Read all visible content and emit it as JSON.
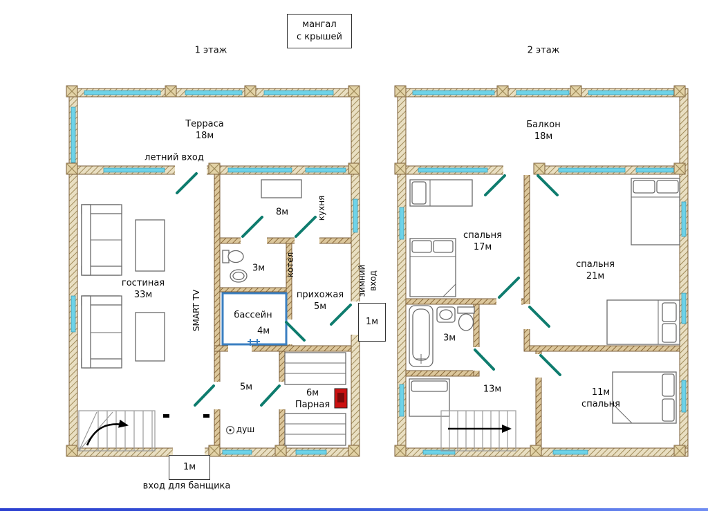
{
  "colors": {
    "wall_fill": "#e9dfc2",
    "wall_hatch": "#9f8a58",
    "wall_outline": "#7a5c38",
    "wall_in_fill": "#dcc79c",
    "wall_in_hatch": "#8a6a3a",
    "window": "#6ed3e8",
    "door": "#0e7c6e",
    "pool_border": "#3a7fc1",
    "stove_red": "#cc1111",
    "furniture": "#6a6a6a",
    "arrow": "#000000",
    "bottom_bar": "#3a5bd9"
  },
  "header": {
    "bbq_box": "мангал\nс крышей",
    "floor1_title": "1 этаж",
    "floor2_title": "2 этаж"
  },
  "floor1": {
    "terrace": "Терраса\n18м",
    "summer_entrance": "летний вход",
    "kitchen_area": "8м",
    "kitchen_v": "кухня",
    "living_room": "гостиная\n33м",
    "bathroom": "3м",
    "boiler_v": "котел",
    "smart_tv_v": "SMART TV",
    "pool": "бассейн",
    "pool_area": "4м",
    "hallway": "прихожая\n5м",
    "winter_entrance_v": "зимний\nвход",
    "winter_porch": "1м",
    "room_5m": "5м",
    "steam_room": "6м\nПарная",
    "shower": "душ",
    "bath_porch": "1м",
    "bath_attendant_entrance": "вход для банщика"
  },
  "floor2": {
    "balcony": "Балкон\n18м",
    "bedroom_17": "спальня\n17м",
    "bedroom_21": "спальня\n21м",
    "bathroom": "3м",
    "room_13m": "13м",
    "bedroom_11": "11м\nспальня"
  }
}
